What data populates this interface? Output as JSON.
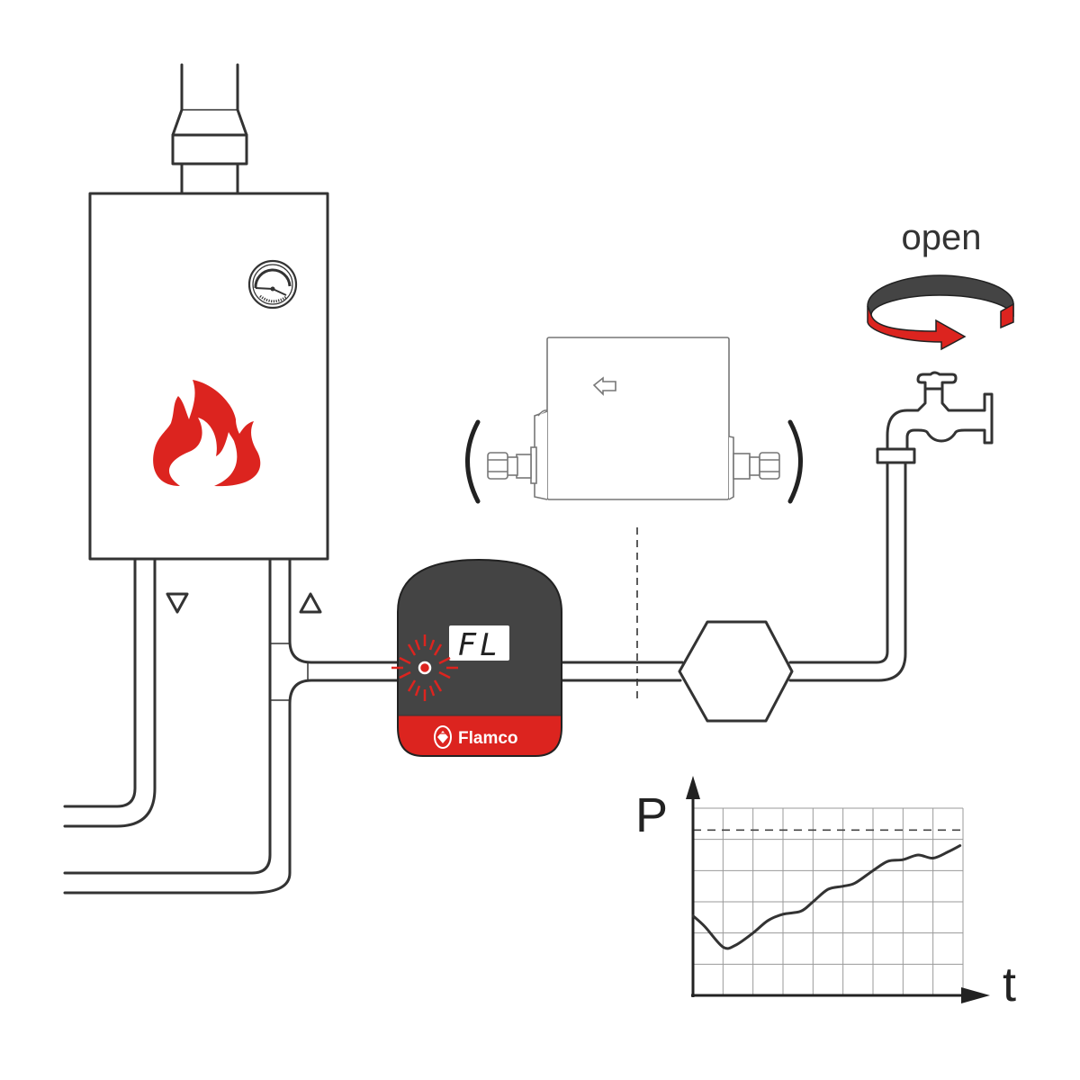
{
  "diagram": {
    "title": "Flamco pressure monitoring installation",
    "tap_action_label": "open",
    "device": {
      "brand": "Flamco",
      "display_code": "FL",
      "led_state": "flashing",
      "brand_color": "#DC241F",
      "body_color": "#444444"
    },
    "flow_indicators": {
      "left_pipe": "down",
      "right_pipe": "up"
    },
    "colors": {
      "line": "#333333",
      "accent_red": "#DC241F",
      "rotation_band_dark": "#444444"
    },
    "components": [
      "boiler",
      "flue-pipe",
      "pressure-gauge",
      "flame-symbol",
      "tee-fitting",
      "pressure-monitor",
      "sensor-unit-optional",
      "hex-fitting",
      "water-tap",
      "open-rotation-arrow",
      "pressure-time-graph"
    ]
  },
  "chart_data": {
    "type": "line",
    "title": "",
    "xlabel": "t",
    "ylabel": "P",
    "x_grid_divisions": 9,
    "y_grid_divisions": 6,
    "xlim": [
      0,
      9
    ],
    "ylim": [
      0,
      6
    ],
    "grid": true,
    "threshold": {
      "value": 5.3,
      "style": "dashed"
    },
    "series": [
      {
        "name": "pressure",
        "x": [
          0,
          0.4,
          1,
          1.4,
          2,
          2.5,
          3,
          3.6,
          4,
          4.5,
          5,
          5.4,
          6,
          6.5,
          7,
          7.5,
          8,
          8.5,
          8.9
        ],
        "y": [
          2.55,
          2.2,
          1.55,
          1.6,
          2.0,
          2.4,
          2.6,
          2.7,
          3.0,
          3.4,
          3.5,
          3.6,
          4.0,
          4.3,
          4.35,
          4.5,
          4.4,
          4.6,
          4.8
        ]
      }
    ]
  }
}
